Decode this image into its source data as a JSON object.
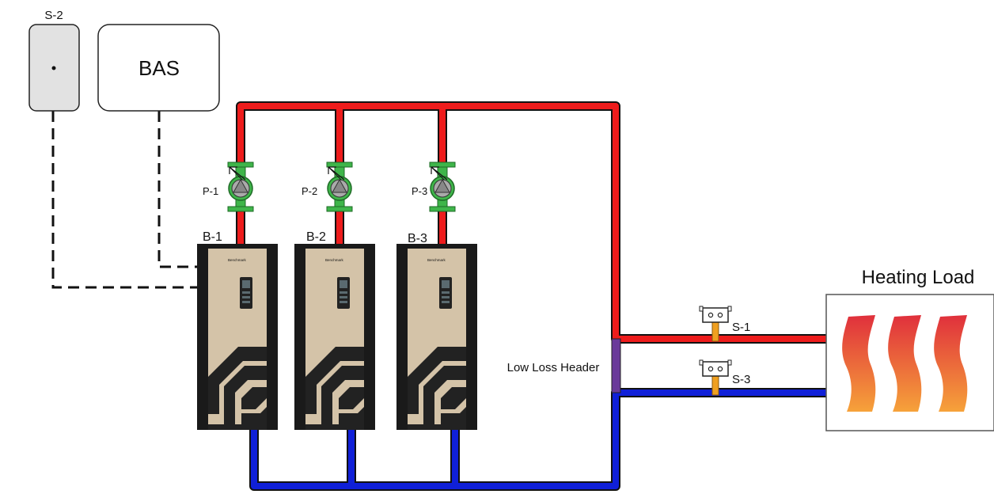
{
  "sensors": {
    "s2": "S-2",
    "s1": "S-1",
    "s3": "S-3"
  },
  "bas": {
    "label": "BAS"
  },
  "pumps": [
    "P-1",
    "P-2",
    "P-3"
  ],
  "boilers": {
    "labels": [
      "B-1",
      "B-2",
      "B-3"
    ],
    "brand": "Benchmark"
  },
  "header": {
    "label": "Low Loss Header"
  },
  "load": {
    "label": "Heating Load"
  },
  "colors": {
    "supply": "#ee1c1c",
    "return": "#1020d8",
    "header": "#6a3a9a",
    "pump": "#3fb54a",
    "boiler_body": "#222222",
    "boiler_panel": "#d4c3a8",
    "sensor_stem": "#f0a020"
  }
}
